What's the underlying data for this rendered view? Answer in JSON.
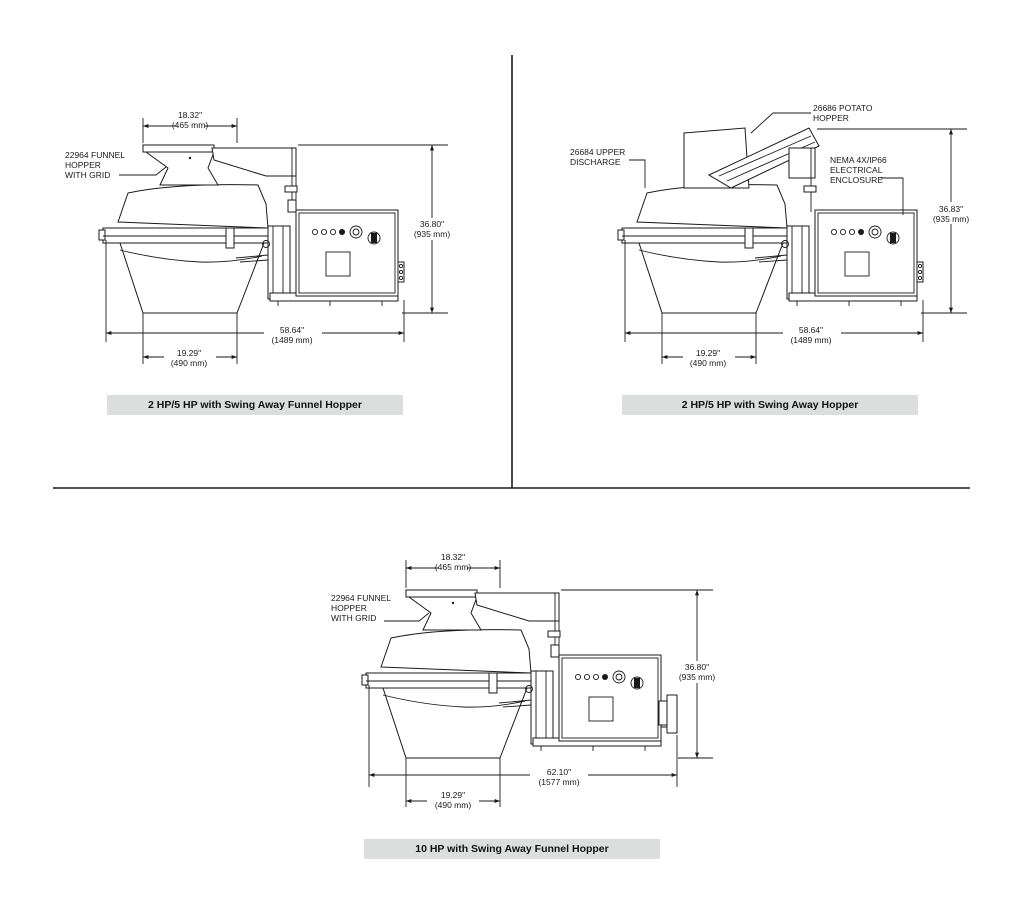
{
  "panels": [
    {
      "caption": "2 HP/5 HP with Swing Away Funnel Hopper",
      "top_dim": [
        "18.32\"",
        "(465 mm)"
      ],
      "height_dim": [
        "36.80\"",
        "(935 mm)"
      ],
      "width_dim": [
        "58.64\"",
        "(1489 mm)"
      ],
      "base_dim": [
        "19.29\"",
        "(490 mm)"
      ],
      "callouts": [
        [
          "22964 FUNNEL",
          "HOPPER",
          "WITH GRID"
        ]
      ]
    },
    {
      "caption": "2 HP/5 HP with Swing Away Hopper",
      "height_dim": [
        "36.83\"",
        "(935 mm)"
      ],
      "width_dim": [
        "58.64\"",
        "(1489 mm)"
      ],
      "base_dim": [
        "19.29\"",
        "(490 mm)"
      ],
      "callouts": [
        [
          "26686 POTATO",
          "HOPPER"
        ],
        [
          "26684 UPPER",
          "DISCHARGE"
        ],
        [
          "NEMA 4X/IP66",
          "ELECTRICAL",
          "ENCLOSURE"
        ]
      ]
    },
    {
      "caption": "10 HP with Swing Away Funnel Hopper",
      "top_dim": [
        "18.32\"",
        "(465 mm)"
      ],
      "height_dim": [
        "36.80\"",
        "(935 mm)"
      ],
      "width_dim": [
        "62.10\"",
        "(1577 mm)"
      ],
      "base_dim": [
        "19.29\"",
        "(490 mm)"
      ],
      "callouts": [
        [
          "22964 FUNNEL",
          "HOPPER",
          "WITH GRID"
        ]
      ]
    }
  ]
}
